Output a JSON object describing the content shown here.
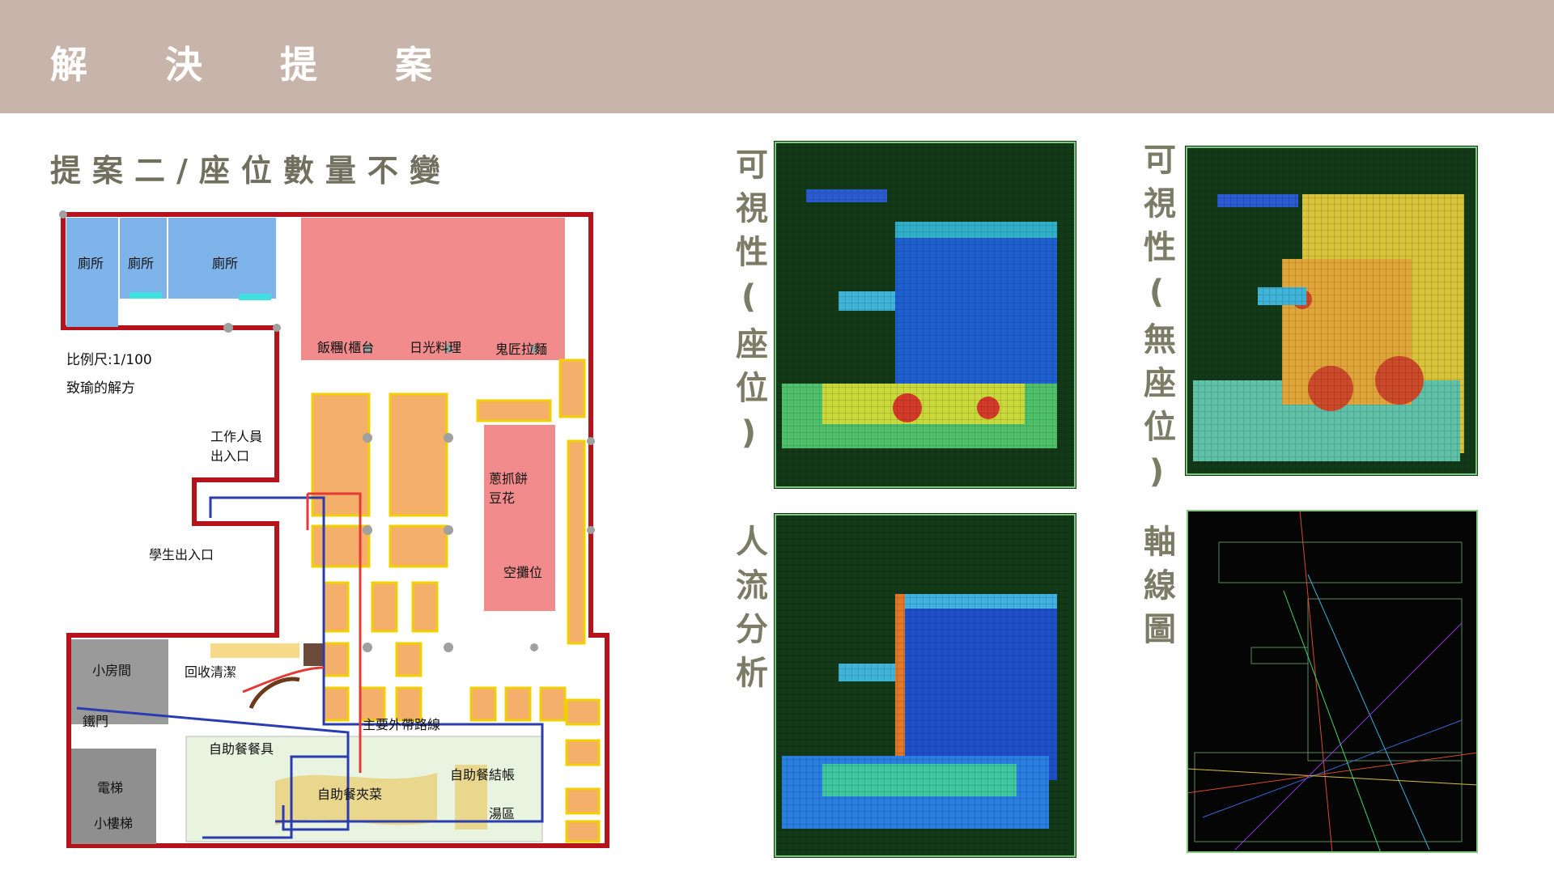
{
  "header": {
    "title": "解 決 提 案"
  },
  "subtitle": "提案二/座位數量不變",
  "floorplan": {
    "scale": "比例尺:1/100",
    "author": "致瑜的解方",
    "rooms": {
      "toilet1": "廁所",
      "toilet2": "廁所",
      "toilet3": "廁所",
      "rice": "飯糰(櫃台",
      "sun": "日光料理",
      "ramen": "鬼匠拉麵",
      "scallion": "蔥抓餅\n豆花",
      "empty": "空攤位",
      "staff": "工作人員\n出入口",
      "student": "學生出入口",
      "smallroom": "小房間",
      "recycle": "回收清潔",
      "irondoor": "鐵門",
      "utensils": "自助餐餐具",
      "mainroute": "主要外帶路線",
      "buffetfood": "自助餐夾菜",
      "checkout": "自助餐結帳",
      "soup": "湯區",
      "elevator": "電梯",
      "stairs": "小樓梯"
    }
  },
  "panels": [
    {
      "label": "可視性(座位)",
      "type": "visibility-seats"
    },
    {
      "label": "可視性(無座位)",
      "type": "visibility-empty"
    },
    {
      "label": "人流分析",
      "type": "flow"
    },
    {
      "label": "軸線圖",
      "type": "axial"
    }
  ],
  "colors": {
    "header": "#c7b4aa",
    "wall": "#b5121b",
    "route": "#2b3bb0",
    "stall": "#f28b8b",
    "toilet": "#7fb4ea"
  }
}
